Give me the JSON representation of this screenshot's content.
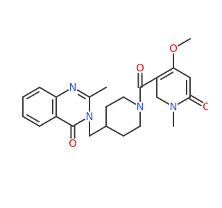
{
  "atoms": [
    {
      "id": "a1",
      "element": "C"
    },
    {
      "id": "a2",
      "element": "C"
    },
    {
      "id": "a3",
      "element": "C"
    },
    {
      "id": "a4",
      "element": "C"
    },
    {
      "id": "a5",
      "element": "C"
    },
    {
      "id": "a6",
      "element": "C"
    },
    {
      "id": "a7",
      "element": "C"
    },
    {
      "id": "a8",
      "element": "N",
      "label": "N"
    },
    {
      "id": "a9",
      "element": "C"
    },
    {
      "id": "a10",
      "element": "C"
    },
    {
      "id": "a11",
      "element": "N",
      "label": "N"
    },
    {
      "id": "a12",
      "element": "C"
    },
    {
      "id": "a13",
      "element": "O",
      "label": "O"
    },
    {
      "id": "a14",
      "element": "C"
    },
    {
      "id": "a15",
      "element": "C"
    },
    {
      "id": "a16",
      "element": "C"
    },
    {
      "id": "a17",
      "element": "C"
    },
    {
      "id": "a18",
      "element": "N",
      "label": "N"
    },
    {
      "id": "a19",
      "element": "C"
    },
    {
      "id": "a20",
      "element": "C"
    },
    {
      "id": "a21",
      "element": "C"
    },
    {
      "id": "a22",
      "element": "O",
      "label": "O"
    },
    {
      "id": "a23",
      "element": "C"
    },
    {
      "id": "a24",
      "element": "C"
    },
    {
      "id": "a25",
      "element": "O",
      "label": "O"
    },
    {
      "id": "a26",
      "element": "C"
    },
    {
      "id": "a27",
      "element": "C"
    },
    {
      "id": "a28",
      "element": "C"
    },
    {
      "id": "a29",
      "element": "O",
      "label": "O"
    },
    {
      "id": "a30",
      "element": "N",
      "label": "N"
    },
    {
      "id": "a31",
      "element": "C"
    },
    {
      "id": "a32",
      "element": "C"
    }
  ],
  "bonds": [
    {
      "from": "a1",
      "to": "a2",
      "order": 1
    },
    {
      "from": "a2",
      "to": "a3",
      "order": 2
    },
    {
      "from": "a3",
      "to": "a4",
      "order": 1
    },
    {
      "from": "a4",
      "to": "a5",
      "order": 2
    },
    {
      "from": "a5",
      "to": "a6",
      "order": 1
    },
    {
      "from": "a6",
      "to": "a1",
      "order": 2
    },
    {
      "from": "a1",
      "to": "a7",
      "order": 1
    },
    {
      "from": "a7",
      "to": "a8",
      "order": 2
    },
    {
      "from": "a7",
      "to": "a9",
      "order": 1
    },
    {
      "from": "a8",
      "to": "a6",
      "order": 1
    },
    {
      "from": "a9",
      "to": "a10",
      "order": 1
    },
    {
      "from": "a9",
      "to": "a11",
      "order": 1
    },
    {
      "from": "a11",
      "to": "a12",
      "order": 1
    },
    {
      "from": "a12",
      "to": "a13",
      "order": 2
    },
    {
      "from": "a12",
      "to": "a2",
      "order": 1
    },
    {
      "from": "a11",
      "to": "a14",
      "order": 1
    },
    {
      "from": "a14",
      "to": "a15",
      "order": 1
    },
    {
      "from": "a15",
      "to": "a16",
      "order": 1
    },
    {
      "from": "a16",
      "to": "a17",
      "order": 1
    },
    {
      "from": "a17",
      "to": "a18",
      "order": 1
    },
    {
      "from": "a18",
      "to": "a19",
      "order": 1
    },
    {
      "from": "a19",
      "to": "a20",
      "order": 1
    },
    {
      "from": "a20",
      "to": "a15",
      "order": 1
    },
    {
      "from": "a18",
      "to": "a21",
      "order": 1
    },
    {
      "from": "a21",
      "to": "a22",
      "order": 2
    },
    {
      "from": "a21",
      "to": "a23",
      "order": 1
    },
    {
      "from": "a23",
      "to": "a24",
      "order": 2
    },
    {
      "from": "a24",
      "to": "a25",
      "order": 1
    },
    {
      "from": "a25",
      "to": "a26",
      "order": 1
    },
    {
      "from": "a24",
      "to": "a27",
      "order": 1
    },
    {
      "from": "a27",
      "to": "a28",
      "order": 2
    },
    {
      "from": "a28",
      "to": "a29",
      "order": 2
    },
    {
      "from": "a28",
      "to": "a30",
      "order": 1
    },
    {
      "from": "a30",
      "to": "a31",
      "order": 1
    },
    {
      "from": "a30",
      "to": "a32",
      "order": 1
    },
    {
      "from": "a32",
      "to": "a23",
      "order": 2
    }
  ],
  "colors": {
    "bond": "#3c3c3c",
    "C": "#3c3c3c",
    "N": "#3050f8",
    "O": "#ff0d0d"
  }
}
